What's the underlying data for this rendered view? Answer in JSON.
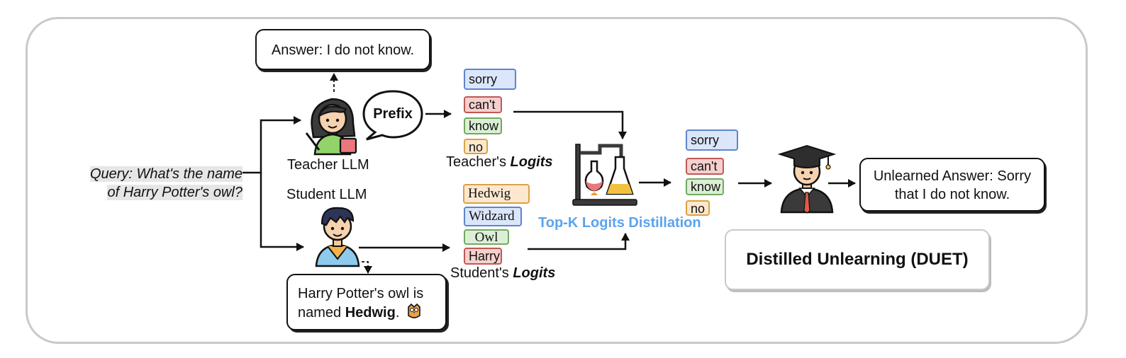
{
  "query": {
    "line1": "Query: What's the name",
    "line2": "of Harry Potter's owl?"
  },
  "teacher": {
    "label": "Teacher LLM",
    "answer": "Answer: I do not know.",
    "prefix": "Prefix",
    "logits_prefix": "Teacher's ",
    "logits_word": "Logits",
    "tokens": [
      "sorry",
      "can't",
      "know",
      "no"
    ]
  },
  "student": {
    "label": "Student LLM",
    "answer_line1": "Harry Potter's owl is",
    "answer_line2_prefix": "named ",
    "answer_bold": "Hedwig",
    "answer_end": ".",
    "logits_prefix": "Student's ",
    "logits_word": "Logits",
    "tokens": [
      "Hedwig",
      "Widzard",
      "Owl",
      "Harry"
    ]
  },
  "distill": {
    "label": "Top-K Logits Distillation",
    "label_color": "#5ba3ee",
    "tokens": [
      "sorry",
      "can't",
      "know",
      "no"
    ]
  },
  "result": {
    "line1": "Unlearned Answer: Sorry",
    "line2": "that I do not know."
  },
  "method": {
    "title": "Distilled Unlearning (DUET)"
  },
  "icons": {
    "teacher": "teacher-icon",
    "student": "student-icon",
    "lab": "lab-flask-icon",
    "graduate": "graduate-icon",
    "owl": "owl-icon"
  }
}
